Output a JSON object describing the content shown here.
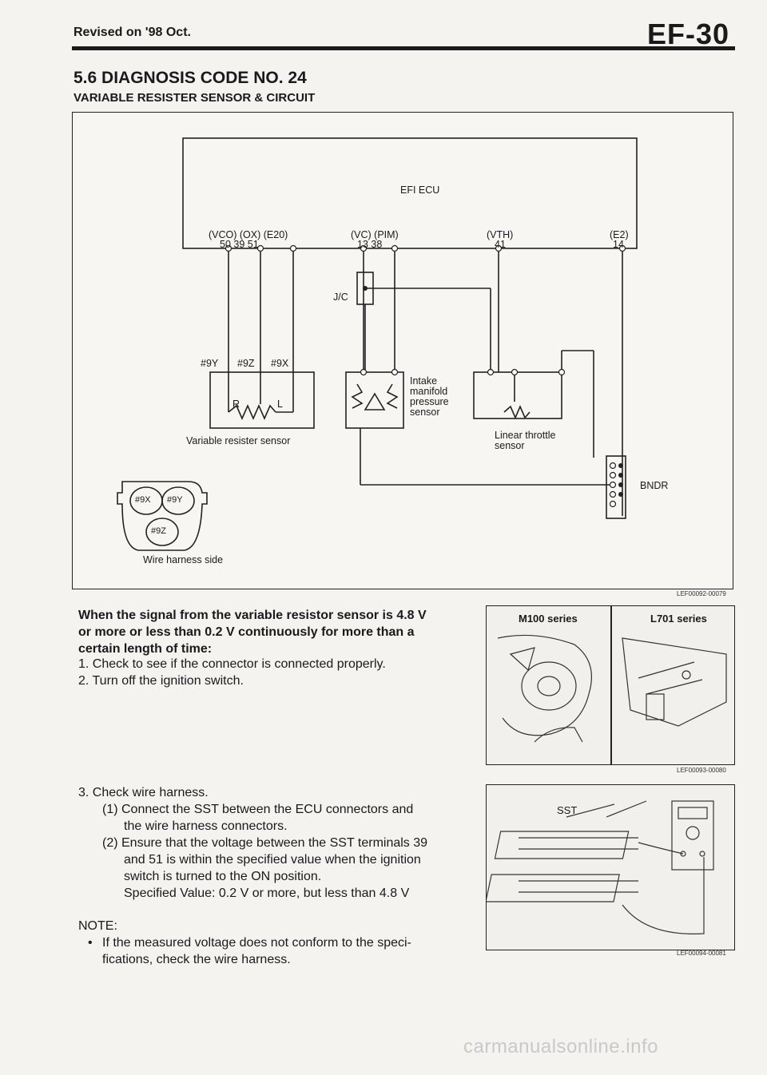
{
  "header": {
    "revised": "Revised on '98 Oct.",
    "page_code": "EF-30"
  },
  "section": {
    "title": "5.6 DIAGNOSIS CODE NO. 24",
    "subtitle": "VARIABLE RESISTER SENSOR & CIRCUIT"
  },
  "diagram": {
    "ecu_label": "EFI ECU",
    "pin_groups": [
      {
        "names": "(VCO)  (OX)  (E20)",
        "pins": "50     39     51"
      },
      {
        "names": "(VC)  (PIM)",
        "pins": "13    38"
      },
      {
        "names": "(VTH)",
        "pins": "41"
      },
      {
        "names": "(E2)",
        "pins": "14"
      }
    ],
    "jc_label": "J/C",
    "wire_labels": [
      "#9Y",
      "#9Z",
      "#9X"
    ],
    "resistor_pins": [
      "R",
      "L"
    ],
    "var_sensor_label": "Variable resister sensor",
    "intake_label": [
      "Intake",
      "manifold",
      "pressure",
      "sensor"
    ],
    "throttle_label": [
      "Linear throttle",
      "sensor"
    ],
    "bndr_label": "BNDR",
    "connector_pins": [
      "#9X",
      "#9Y",
      "#9Z"
    ],
    "harness_label": "Wire harness side",
    "figure_code": "LEF00092-00079"
  },
  "condition": {
    "text": [
      "When the signal from the variable resistor sensor is 4.8 V",
      "or more or less than 0.2 V continuously for more than a",
      "certain length of time:"
    ]
  },
  "steps_a": [
    "1.  Check to see if the connector is connected properly.",
    "2.  Turn off the ignition switch."
  ],
  "photo1": {
    "series_left": "M100 series",
    "series_right": "L701 series",
    "figure_code": "LEF00093-00080"
  },
  "step3": {
    "heading": "3.  Check wire harness.",
    "sub1": [
      "(1) Connect the SST between the ECU connectors and",
      "the wire harness connectors."
    ],
    "sub2": [
      "(2) Ensure that the voltage between the SST terminals 39",
      "and 51 is within the specified value when the ignition",
      "switch is turned to the ON position."
    ],
    "spec": "Specified Value:   0.2 V or more, but less than 4.8 V",
    "note_heading": "NOTE:",
    "note_bullet": [
      "If the measured voltage does not conform to the speci-",
      "fications, check the wire harness."
    ]
  },
  "photo2": {
    "sst_label": "SST",
    "figure_code": "LEF00094-00081"
  },
  "watermark": "carmanualsonline.info"
}
